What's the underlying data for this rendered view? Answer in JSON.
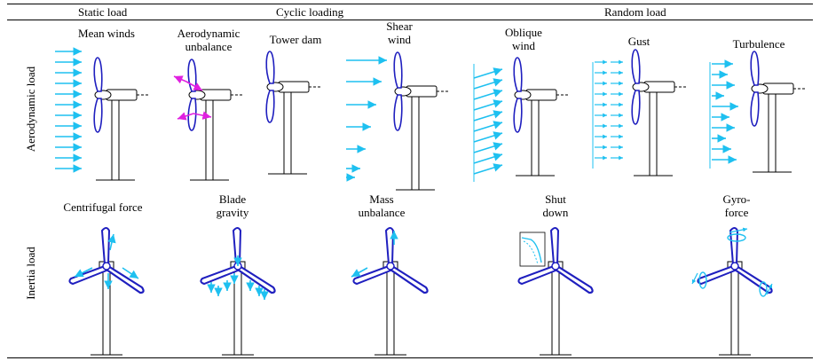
{
  "headers": {
    "static": "Static load",
    "cyclic": "Cyclic loading",
    "random": "Random load"
  },
  "rows": {
    "aerodynamic": "Aerodynamic load",
    "inertia": "Inertia load"
  },
  "aerodynamic_loads": {
    "mean_winds": "Mean winds",
    "aero_unbalance_1": "Aerodynamic",
    "aero_unbalance_2": "unbalance",
    "tower_dam": "Tower dam",
    "shear_1": "Shear",
    "shear_2": "wind",
    "oblique_1": "Oblique",
    "oblique_2": "wind",
    "gust": "Gust",
    "turbulence": "Turbulence"
  },
  "inertia_loads": {
    "centrifugal": "Centrifugal force",
    "blade_gravity_1": "Blade",
    "blade_gravity_2": "gravity",
    "mass_unbalance_1": "Mass",
    "mass_unbalance_2": "unbalance",
    "shutdown_1": "Shut",
    "shutdown_2": "down",
    "gyro_1": "Gyro-",
    "gyro_2": "force"
  },
  "colors": {
    "blade": "#1f1fbf",
    "arrow": "#1ec0f0",
    "magenta": "#e020e0",
    "line": "#000000"
  }
}
